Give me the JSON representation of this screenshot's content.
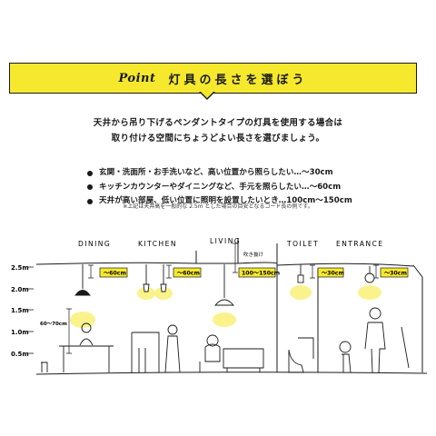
{
  "banner": {
    "point_word": "Point",
    "title": "灯具の長さを選ぼう"
  },
  "intro": {
    "line1": "天井から吊り下げるペンダントタイプの灯具を使用する場合は",
    "line2": "取り付ける空間にちょうどよい長さを選びましょう。"
  },
  "bullets": [
    {
      "text": "玄関・洗面所・お手洗いなど、高い位置から照らしたい…〜30cm"
    },
    {
      "text": "キッチンカウンターやダイニングなど、手元を照らしたい…〜60cm"
    },
    {
      "text": "天井が高い部屋、低い位置に照明を設置したいとき…100cm〜150cm"
    }
  ],
  "note": "※上記は天井高を一般的な 2.5m とした場合の目安となるコード長の例です。",
  "axis": {
    "ticks": [
      {
        "label": "2.5m",
        "value": 2.5
      },
      {
        "label": "2.0m",
        "value": 2.0
      },
      {
        "label": "1.5m",
        "value": 1.5
      },
      {
        "label": "1.0m",
        "value": 1.0
      },
      {
        "label": "0.5m",
        "value": 0.5
      }
    ]
  },
  "rooms": {
    "dining": "DINING",
    "kitchen": "KITCHEN",
    "living": "LIVING",
    "toilet": "TOILET",
    "entrance": "ENTRANCE",
    "fukinuke": "吹き抜け"
  },
  "labels": {
    "dining_len": "〜60cm",
    "kitchen_len": "〜60cm",
    "living_len": "100〜150cm",
    "toilet_len": "〜30cm",
    "entrance_len": "〜30cm",
    "table_height": "60〜70cm"
  },
  "colors": {
    "banner": "#f6e92d",
    "label_bg": "#f6e92d",
    "line": "#1a1a1a"
  }
}
